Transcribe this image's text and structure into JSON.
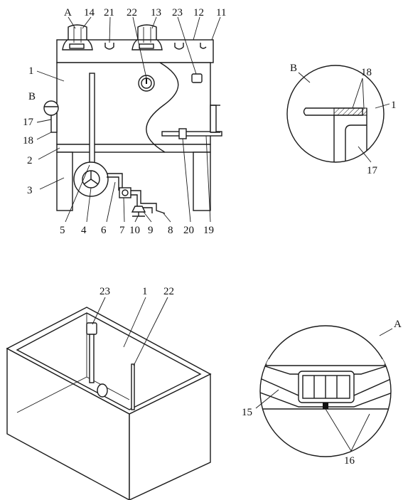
{
  "labels": {
    "A_top": "A",
    "n14": "14",
    "n21": "21",
    "n22_top": "22",
    "n13": "13",
    "n23_top": "23",
    "n12": "12",
    "n11": "11",
    "n1_left": "1",
    "B_left": "B",
    "n17_left": "17",
    "n18_left": "18",
    "n2": "2",
    "n3": "3",
    "n5": "5",
    "n4": "4",
    "n6": "6",
    "n7": "7",
    "n10": "10",
    "n9": "9",
    "n8": "8",
    "n20": "20",
    "n19": "19",
    "B_detail": "B",
    "n18_detail": "18",
    "n1_detail": "1",
    "n17_detail": "17",
    "n23_box": "23",
    "n1_box": "1",
    "n22_box": "22",
    "A_detail": "A",
    "n15": "15",
    "n16": "16"
  }
}
